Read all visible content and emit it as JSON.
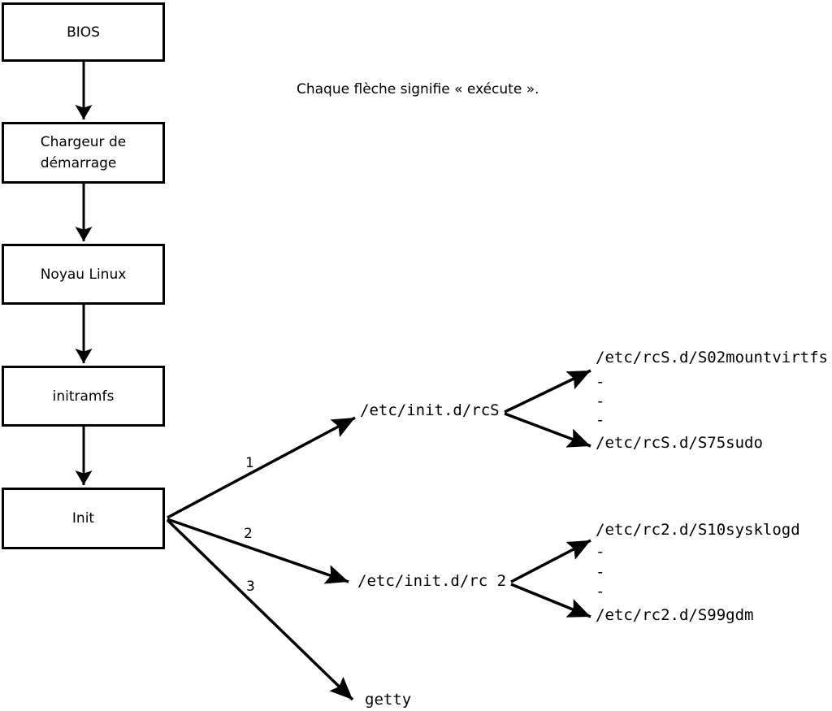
{
  "note": {
    "text": "Chaque flèche signifie « exécute »."
  },
  "colors": {
    "ink": "#000000",
    "paper": "#ffffff"
  },
  "chain": [
    {
      "label": "BIOS"
    },
    {
      "label": "Chargeur de\ndémarrage"
    },
    {
      "label": "Noyau Linux"
    },
    {
      "label": "initramfs"
    },
    {
      "label": "Init"
    }
  ],
  "edge_labels": {
    "rcs": "1",
    "rc2": "2",
    "getty": "3"
  },
  "scripts": {
    "rcs": {
      "path": "/etc/init.d/rcS",
      "first": "/etc/rcS.d/S02mountvirtfs",
      "dash1": "-",
      "dash2": "-",
      "dash3": "-",
      "last": "/etc/rcS.d/S75sudo"
    },
    "rc2": {
      "path": "/etc/init.d/rc 2",
      "first": "/etc/rc2.d/S10sysklogd",
      "dash1": "-",
      "dash2": "-",
      "dash3": "-",
      "last": "/etc/rc2.d/S99gdm"
    },
    "getty": {
      "path": "getty"
    }
  }
}
